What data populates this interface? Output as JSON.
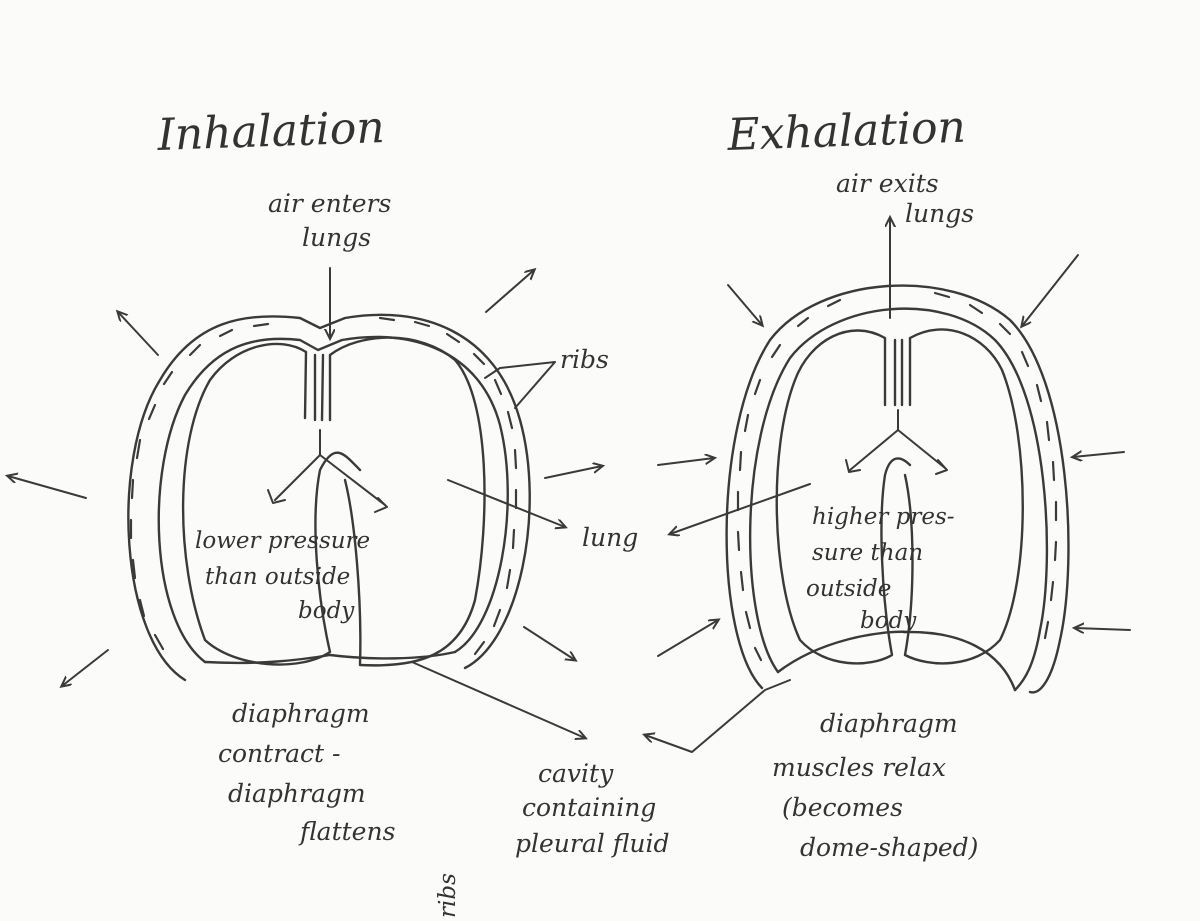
{
  "titles": {
    "inhalation": "Inhalation",
    "exhalation": "Exhalation"
  },
  "inhalation": {
    "air_line1": "air enters",
    "air_line2": "lungs",
    "pressure_line1": "lower pressure",
    "pressure_line2": "than outside",
    "pressure_line3": "body",
    "diaphragm_line1": "diaphragm",
    "diaphragm_line2": "contract -",
    "diaphragm_line3": "diaphragm",
    "diaphragm_line4": "flattens"
  },
  "exhalation": {
    "air_line1": "air exits",
    "air_line2": "lungs",
    "pressure_line1": "higher pres-",
    "pressure_line2": "sure than",
    "pressure_line3": "outside",
    "pressure_line4": "body",
    "diaphragm_line1": "diaphragm",
    "diaphragm_line2": "muscles relax",
    "diaphragm_line3": "(becomes",
    "diaphragm_line4": "dome-shaped)"
  },
  "shared": {
    "ribs": "ribs",
    "lung": "lung",
    "cavity_line1": "cavity",
    "cavity_line2": "containing",
    "cavity_line3": "pleural fluid",
    "margin_ribs": "ribs"
  },
  "colors": {
    "ink": "#3a3a3a",
    "paper": "#fbfbf9"
  }
}
